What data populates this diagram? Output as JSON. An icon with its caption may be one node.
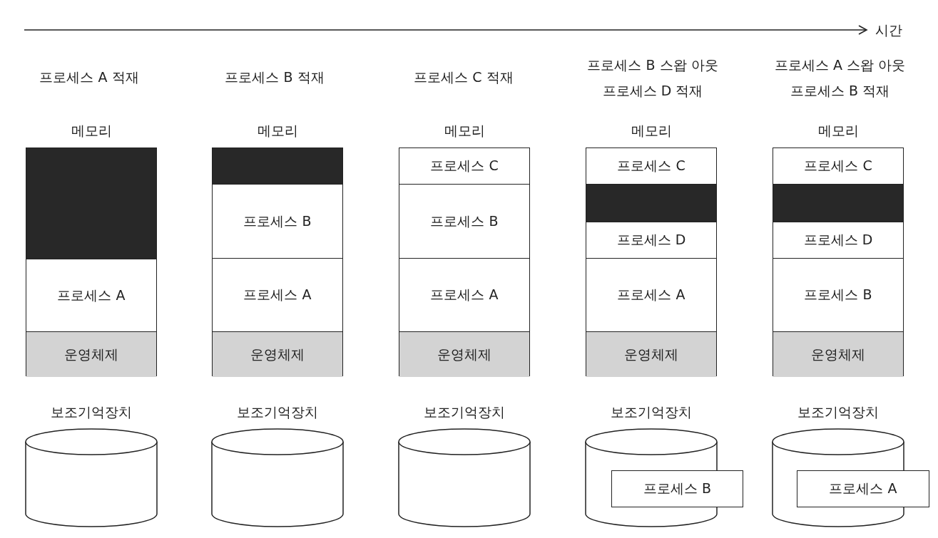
{
  "diagram": {
    "nodes": [
      {
        "text": [
          "메모리"
        ]
      },
      {
        "text": [],
        "shape": "box",
        "in": 0
      },
      {
        "text": [
          "프로세스 A"
        ],
        "in": 0
      },
      {
        "text": [
          "운영체제"
        ],
        "in": 0
      },
      {
        "text": [
          "보조기억장치"
        ]
      },
      {
        "text": [
          "메모리"
        ]
      },
      {
        "text": [],
        "shape": "box",
        "in": 5
      },
      {
        "text": [
          "프로세스 B"
        ],
        "in": 5
      },
      {
        "text": [
          "프로세스 A"
        ],
        "in": 5
      },
      {
        "text": [
          "운영체제"
        ],
        "in": 5
      },
      {
        "text": [
          "보조기억장치"
        ]
      },
      {
        "text": [
          "메모리"
        ]
      },
      {
        "text": [
          "프로세스 C"
        ],
        "in": 11
      },
      {
        "text": [
          "프로세스 B"
        ],
        "in": 11
      },
      {
        "text": [
          "프로세스 A"
        ],
        "in": 11
      },
      {
        "text": [
          "운영체제"
        ],
        "in": 11
      },
      {
        "text": [
          "보조기억장치"
        ]
      },
      {
        "text": [
          "메모리"
        ]
      },
      {
        "text": [
          "프로세스 C"
        ],
        "in": 17
      },
      {
        "text": [],
        "shape": "box",
        "in": 17
      },
      {
        "text": [
          "프로세스 D"
        ],
        "in": 17
      },
      {
        "text": [
          "프로세스 A"
        ],
        "in": 17
      },
      {
        "text": [
          "운영체제"
        ],
        "in": 17
      },
      {
        "text": [
          "보조기억장치"
        ]
      },
      {
        "text": [
          "프로세스 B"
        ]
      },
      {
        "text": [
          "메모리"
        ]
      },
      {
        "text": [
          "프로세스 C"
        ],
        "in": 25
      },
      {
        "text": [],
        "shape": "box",
        "in": 25
      },
      {
        "text": [
          "프로세스 D"
        ],
        "in": 25
      },
      {
        "text": [
          "프로세스 B"
        ],
        "in": 25
      },
      {
        "text": [
          "운영체제"
        ],
        "in": 25
      },
      {
        "text": [
          "보조기억장치"
        ]
      },
      {
        "text": [
          "프로세스 A"
        ]
      }
    ],
    "labels": [
      "시간",
      "프로세스 A 적재",
      "프로세스 B 적재",
      "프로세스 C 적재",
      "프로세스 B 스왑 아웃",
      "프로세스 D 적재",
      "프로세스 A 스왑 아웃",
      "프로세스 B 적재"
    ]
  }
}
